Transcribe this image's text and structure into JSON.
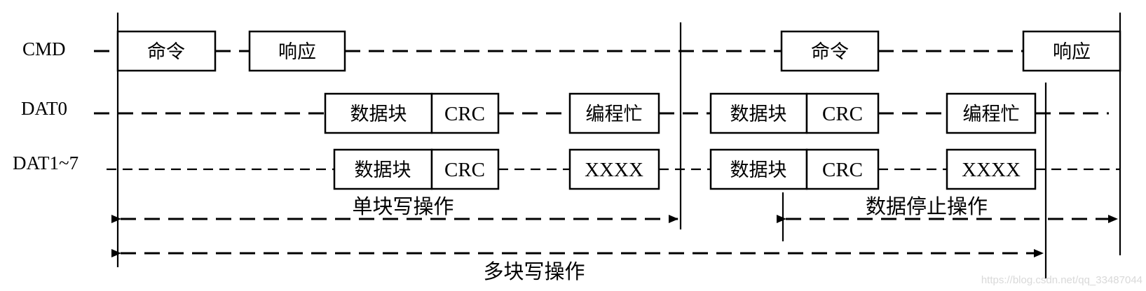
{
  "signals": {
    "cmd": "CMD",
    "dat0": "DAT0",
    "dat17": "DAT1~7"
  },
  "boxes": {
    "command": "命令",
    "response": "响应",
    "data_block": "数据块",
    "crc": "CRC",
    "program_busy": "编程忙",
    "xxxx": "XXXX"
  },
  "operations": {
    "single_block_write": "单块写操作",
    "data_stop": "数据停止操作",
    "multi_block_write": "多块写操作"
  },
  "watermark": "https://blog.csdn.net/qq_33487044"
}
